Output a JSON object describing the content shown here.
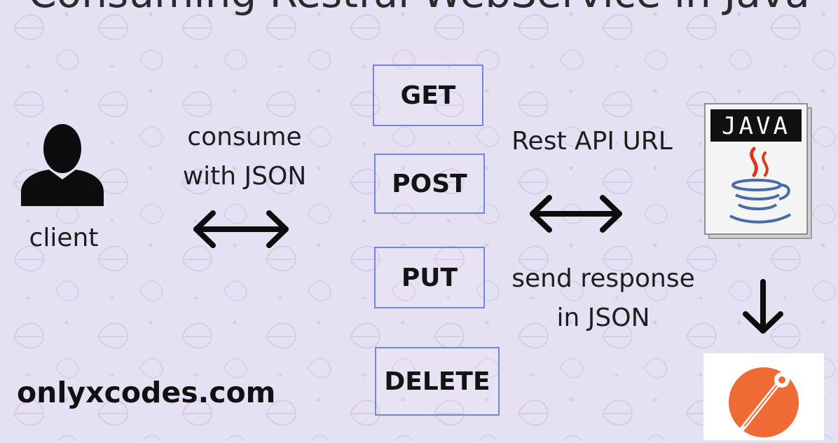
{
  "title": "Consuming Restful WebService in Java",
  "client": {
    "label": "client"
  },
  "consume": {
    "line1": "consume",
    "line2": "with JSON"
  },
  "methods": [
    "GET",
    "POST",
    "PUT",
    "DELETE"
  ],
  "rest_url": {
    "label": "Rest API URL"
  },
  "response": {
    "line1": "send response",
    "line2": "in JSON"
  },
  "java_logo": {
    "text": "JAVA"
  },
  "brand": {
    "text": "onlyxcodes.com"
  },
  "colors": {
    "background": "#e6e1f2",
    "box_border": "#6f86e6",
    "postman_orange": "#f06a35",
    "java_red": "#d9381e",
    "java_blue": "#4a6aa8"
  }
}
